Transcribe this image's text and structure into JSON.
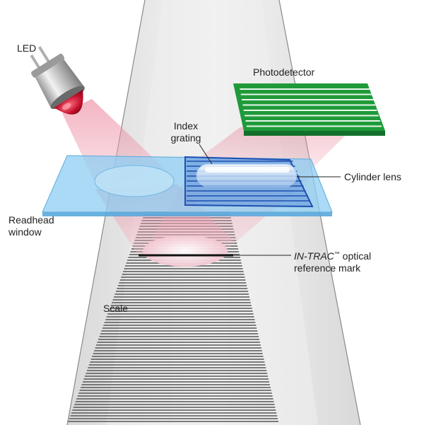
{
  "labels": {
    "led": "LED",
    "photodetector": "Photodetector",
    "index_grating_line1": "Index",
    "index_grating_line2": "grating",
    "cylinder_lens": "Cylinder lens",
    "readhead_window_line1": "Readhead",
    "readhead_window_line2": "window",
    "intrac_name": "IN-TRAC",
    "intrac_tm": "™",
    "intrac_suffix": " optical",
    "intrac_line2": "reference mark",
    "scale": "Scale"
  },
  "colors": {
    "led_body": "#c8c8c8",
    "led_lens": "#c4102c",
    "photodetector": "#1f9a3a",
    "window": "#7cc4ef",
    "grating": "#2a5bc4",
    "beam": "#f0a0b0",
    "scale_graduation": "#555555",
    "reference_mark": "#111111"
  }
}
